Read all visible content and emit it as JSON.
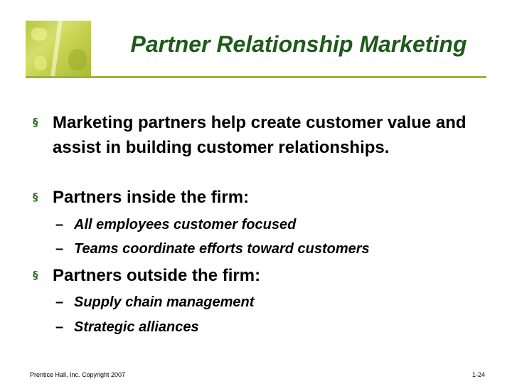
{
  "slide": {
    "title": "Partner Relationship Marketing",
    "bullet_marker": "§",
    "sub_marker": "–",
    "bullets": [
      {
        "text": "Marketing partners help create customer value and assist in building customer relationships.",
        "subitems": []
      },
      {
        "text": "Partners inside the firm:",
        "subitems": [
          "All employees customer focused",
          "Teams coordinate efforts toward customers"
        ]
      },
      {
        "text": "Partners outside the firm:",
        "subitems": [
          "Supply chain management",
          "Strategic alliances"
        ]
      }
    ]
  },
  "footer": {
    "copyright": "Prentice Hall, Inc.  Copyright 2007",
    "page_number": "1-24"
  },
  "colors": {
    "title": "#1f5a1a",
    "accent_rule": "#9cb33b",
    "bullet_marker": "#2f6a22"
  }
}
